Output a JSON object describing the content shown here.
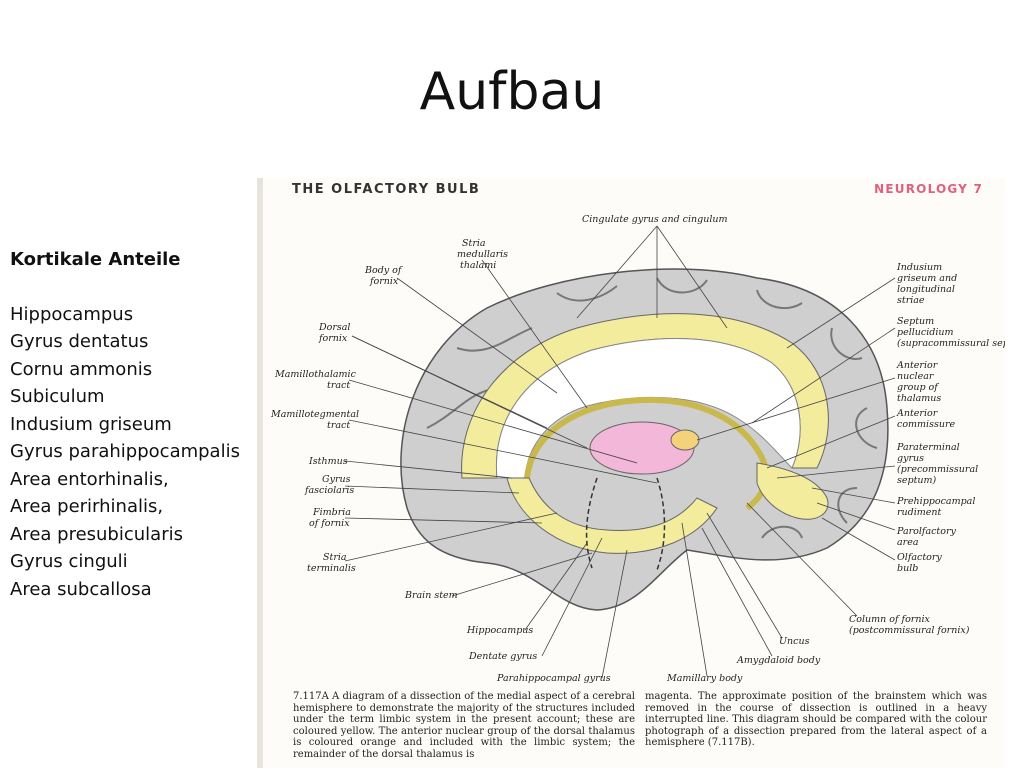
{
  "slide": {
    "title": "Aufbau"
  },
  "sidebar": {
    "heading": "Kortikale Anteile",
    "items": [
      "Hippocampus",
      "Gyrus dentatus",
      "Cornu ammonis",
      "Subiculum",
      "Indusium griseum",
      "Gyrus parahippocampalis",
      "Area entorhinalis,",
      "Area perirhinalis,",
      "Area presubicularis",
      "Gyrus cinguli",
      "Area subcallosa"
    ]
  },
  "plate": {
    "header_left": "THE OLFACTORY BULB",
    "header_right": "NEUROLOGY  7",
    "labels": {
      "cingulate": "Cingulate gyrus and cingulum",
      "stria_medullaris_1": "Stria",
      "stria_medullaris_2": "medullaris",
      "stria_medullaris_3": "thalami",
      "body_fornix_1": "Body of",
      "body_fornix_2": "fornix",
      "dorsal_fornix_1": "Dorsal",
      "dorsal_fornix_2": "fornix",
      "mamillothalamic_1": "Mamillothalamic",
      "mamillothalamic_2": "tract",
      "mamillotegmental_1": "Mamillotegmental",
      "mamillotegmental_2": "tract",
      "isthmus": "Isthmus",
      "gyrus_fasciolaris_1": "Gyrus",
      "gyrus_fasciolaris_2": "fasciolaris",
      "fimbria_1": "Fimbria",
      "fimbria_2": "of fornix",
      "stria_terminalis_1": "Stria",
      "stria_terminalis_2": "terminalis",
      "brain_stem": "Brain stem",
      "hippocampus": "Hippocampus",
      "dentate_gyrus": "Dentate gyrus",
      "parahippocampal_gyrus": "Parahippocampal gyrus",
      "mamillary_body": "Mamillary body",
      "amygdaloid_body": "Amygdaloid body",
      "uncus": "Uncus",
      "column_fornix_1": "Column of fornix",
      "column_fornix_2": "(postcommissural fornix)",
      "olfactory_bulb_1": "Olfactory",
      "olfactory_bulb_2": "bulb",
      "parolfactory_1": "Parolfactory",
      "parolfactory_2": "area",
      "prehippocampal_1": "Prehippocampal",
      "prehippocampal_2": "rudiment",
      "paraterminal_1": "Paraterminal",
      "paraterminal_2": "gyrus",
      "paraterminal_3": "(precommissural",
      "paraterminal_4": "septum)",
      "anterior_commissure_1": "Anterior",
      "anterior_commissure_2": "commissure",
      "anterior_nuclear_1": "Anterior",
      "anterior_nuclear_2": "nuclear",
      "anterior_nuclear_3": "group of",
      "anterior_nuclear_4": "thalamus",
      "septum_1": "Septum",
      "septum_2": "pellucidium",
      "septum_3": "(supracommissural septum)",
      "indusium_1": "Indusium",
      "indusium_2": "griseum and",
      "indusium_3": "longitudinal",
      "indusium_4": "striae"
    },
    "caption_left": "7.117A  A diagram of a dissection of the medial aspect of a cerebral hemisphere to demonstrate the majority of the structures included under the term limbic system in the present account; these are coloured yellow. The anterior nuclear group of the dorsal thalamus is coloured orange and included with the limbic system; the remainder of the dorsal thalamus is",
    "caption_right": "magenta. The approximate position of the brainstem which was removed in the course of dissection is outlined in a heavy interrupted line. This diagram should be compared with the colour photograph of a dissection prepared from the lateral aspect of a hemisphere (7.117B).",
    "colors": {
      "limbic": "#f3ec9c",
      "thalamus": "#f2b7d9",
      "cortex": "#c9c9c9",
      "header_accent": "#e0607e"
    }
  }
}
